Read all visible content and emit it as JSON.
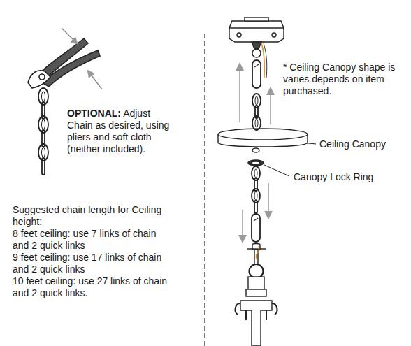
{
  "diagram": {
    "labels": [
      "OPTIONAL:",
      "Adjust Chain as desired, using pliers and soft cloth (neither included).",
      "Suggested chain length for Ceiling height:",
      "8 feet ceiling: use 7 links of chain and 2 quick links",
      "9 feet ceiling: use 17 links of chain and 2 quick links",
      "10 feet ceiling: use 27 links of chain and 2 quick links.",
      "* Ceiling Canopy shape is varies depends on item purchased.",
      "Ceiling Canopy",
      "Canopy Lock Ring"
    ]
  }
}
